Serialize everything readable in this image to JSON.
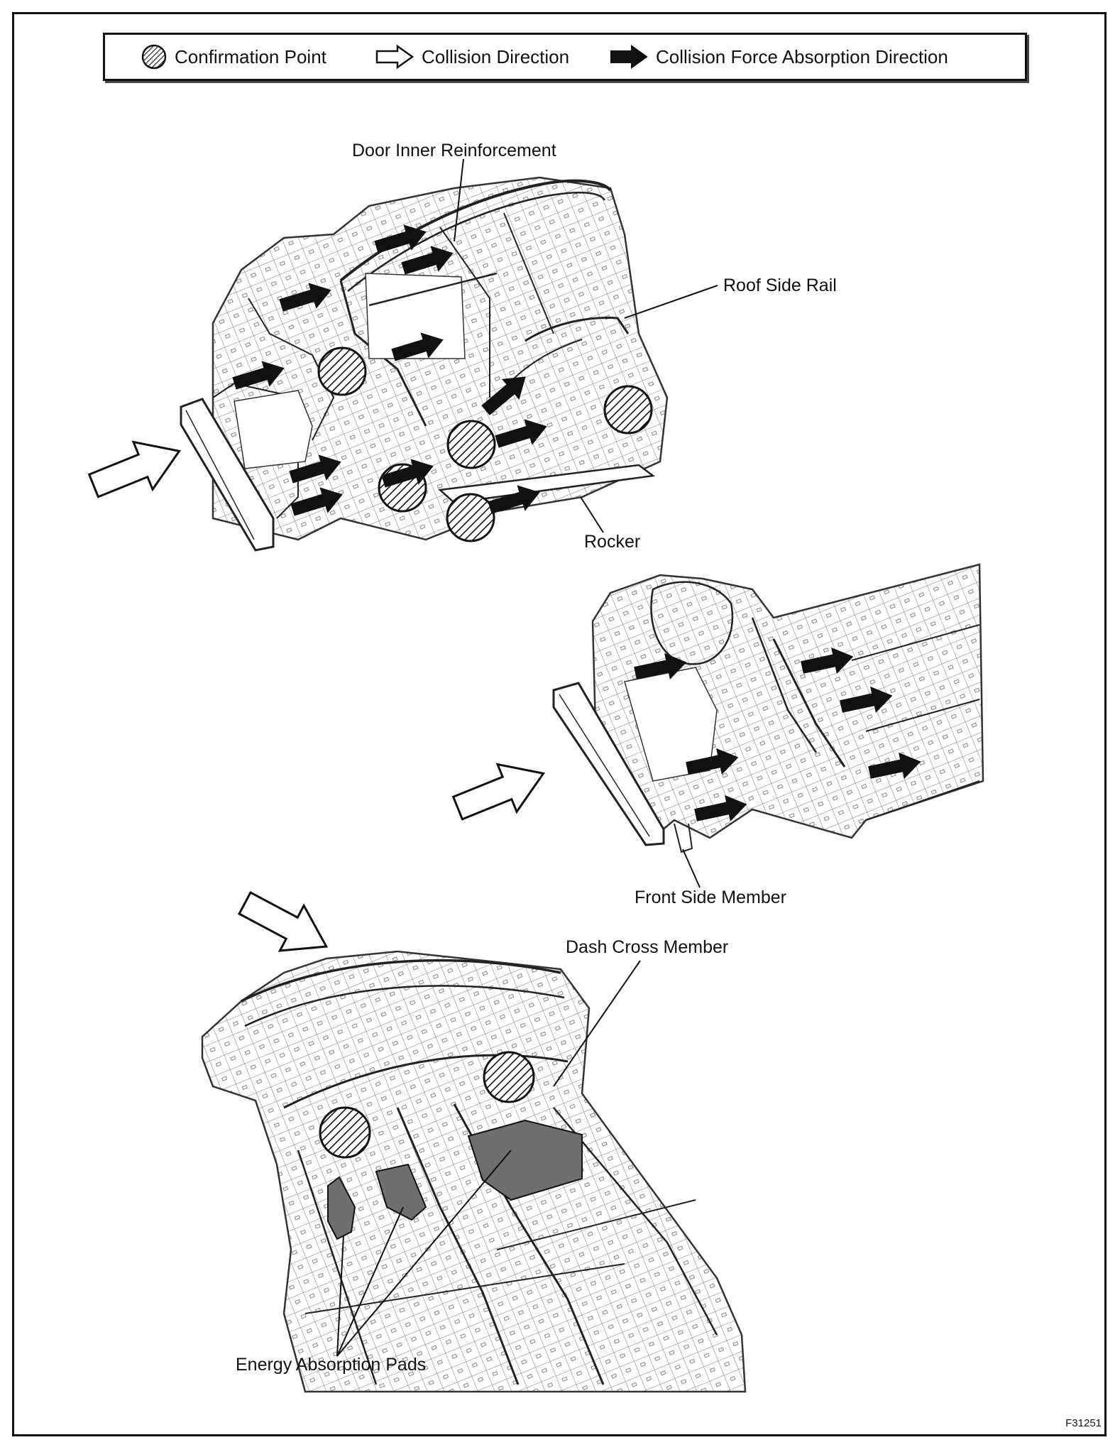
{
  "legend": {
    "confirmation_point": "Confirmation Point",
    "collision_direction": "Collision Direction",
    "absorption_direction": "Collision Force Absorption Direction"
  },
  "labels": {
    "door_inner_reinforcement": "Door Inner Reinforcement",
    "roof_side_rail": "Roof Side Rail",
    "rocker": "Rocker",
    "front_side_member": "Front Side Member",
    "dash_cross_member": "Dash Cross Member",
    "energy_absorption_pads": "Energy Absorption Pads"
  },
  "figure_code": "F31251",
  "icons": {
    "confirmation_point": "hatched-circle-icon",
    "collision_direction": "hollow-arrow-icon",
    "absorption_direction": "solid-arrow-icon"
  },
  "colors": {
    "ink": "#111111",
    "pad_fill": "#6e6e6e"
  }
}
